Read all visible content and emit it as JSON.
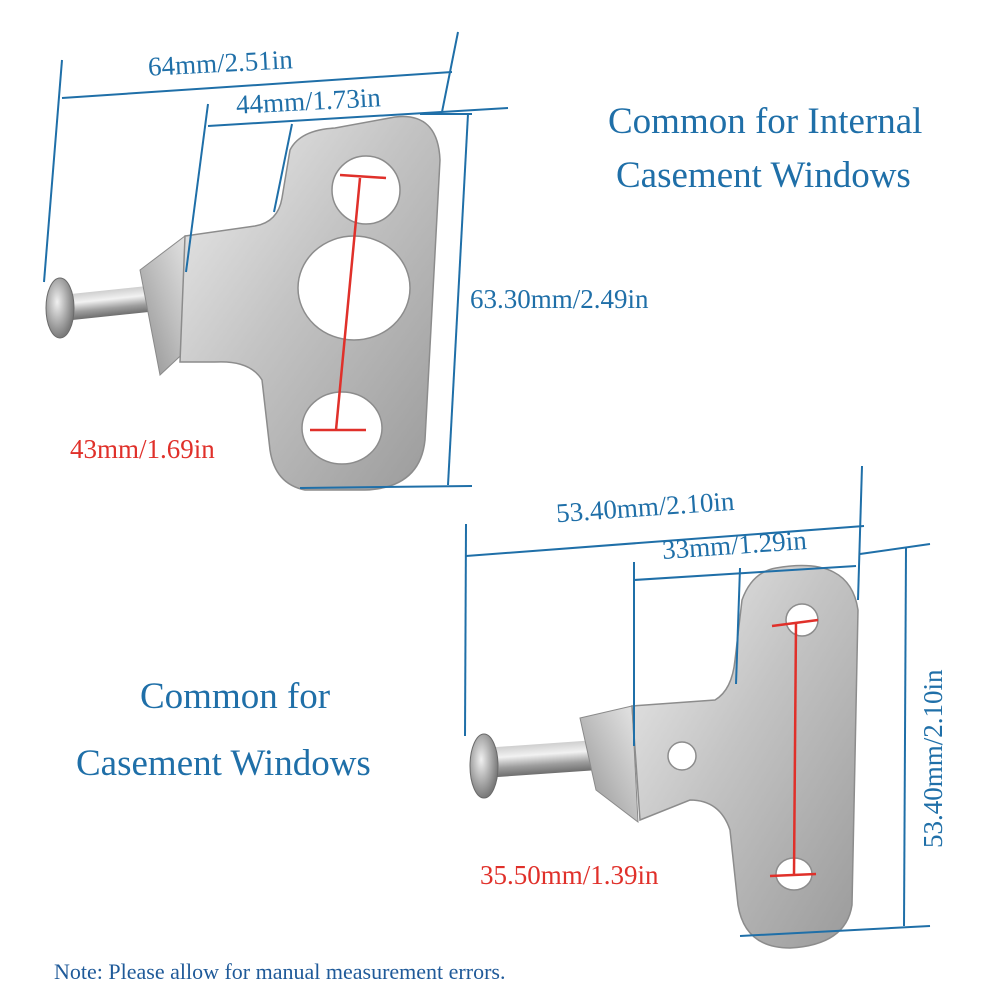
{
  "title_top_line1": "Common for Internal",
  "title_top_line2": "Casement Windows",
  "title_bottom_line1": "Common for",
  "title_bottom_line2": "Casement Windows",
  "top_bracket": {
    "overall_width": "64mm/2.51in",
    "plate_width": "44mm/1.73in",
    "height": "63.30mm/2.49in",
    "hole_spacing": "43mm/1.69in"
  },
  "bottom_bracket": {
    "overall_width": "53.40mm/2.10in",
    "plate_width": "33mm/1.29in",
    "height": "53.40mm/2.10in",
    "hole_spacing": "35.50mm/1.39in"
  },
  "note": "Note: Please allow for manual measurement errors.",
  "colors": {
    "dimension_blue": "#1f6fa8",
    "dimension_red": "#e0302a"
  }
}
